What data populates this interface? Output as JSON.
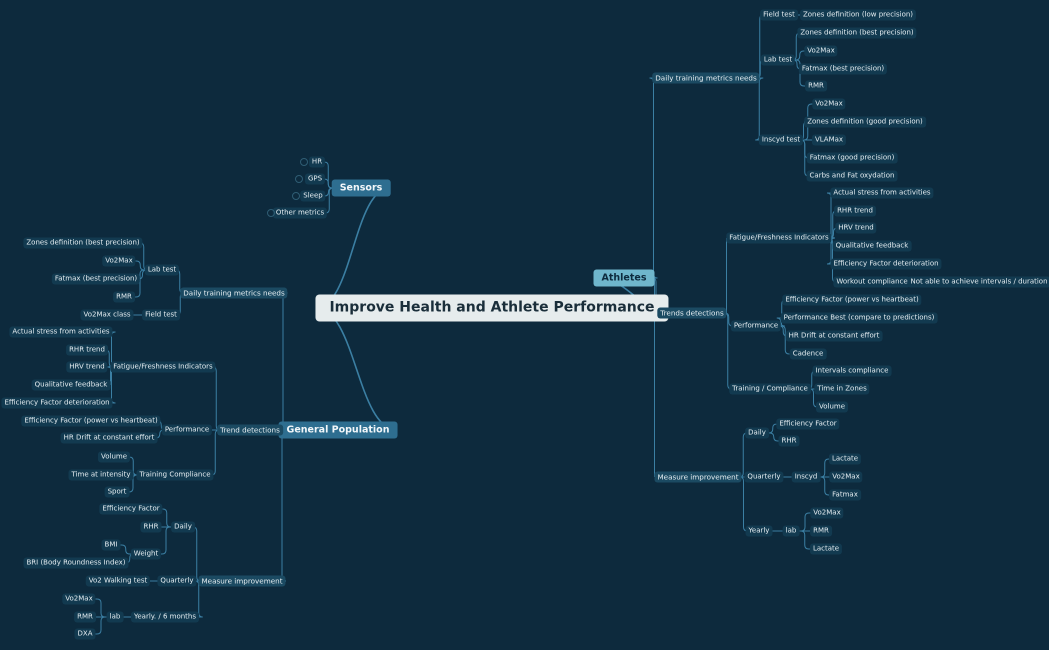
{
  "root": {
    "label": "Improve Health and Athlete Performance"
  },
  "sensors": {
    "label": "Sensors",
    "items": [
      "HR",
      "GPS",
      "Sleep",
      "Other metrics"
    ]
  },
  "athletes": {
    "label": "Athletes",
    "daily_training": {
      "label": "Daily training metrics needs",
      "field_test": {
        "label": "Field test",
        "items": [
          "Zones definition (low precision)"
        ]
      },
      "lab_test": {
        "label": "Lab test",
        "items": [
          "Zones definition (best precision)",
          "Vo2Max",
          "Fatmax (best precision)",
          "RMR"
        ]
      },
      "inscyd_test": {
        "label": "Inscyd test",
        "items": [
          "Vo2Max",
          "Zones definition (good precision)",
          "VLAMax",
          "Fatmax (good precision)",
          "Carbs and Fat oxydation"
        ]
      }
    },
    "trends": {
      "label": "Trends detections",
      "fatigue": {
        "label": "Fatigue/Freshness Indicators",
        "items": [
          "Actual stress from activities",
          "RHR trend",
          "HRV trend",
          "Qualitative feedback",
          "Efficiency Factor deterioration",
          "Workout compliance"
        ],
        "workout_note": "Not able to achieve intervals / duration"
      },
      "performance": {
        "label": "Performance",
        "items": [
          "Efficiency Factor (power vs heartbeat)",
          "Performance Best (compare to predictions)",
          "HR Drift at constant effort",
          "Cadence"
        ]
      },
      "training": {
        "label": "Training / Compliance",
        "items": [
          "Intervals compliance",
          "Time in Zones",
          "Volume"
        ]
      }
    },
    "measure": {
      "label": "Measure improvement",
      "daily": {
        "label": "Daily",
        "items": [
          "Efficiency Factor",
          "RHR"
        ]
      },
      "quarterly": {
        "label": "Quarterly",
        "inscyd": "Inscyd",
        "items": [
          "Lactate",
          "Vo2Max",
          "Fatmax"
        ]
      },
      "yearly": {
        "label": "Yearly",
        "lab": "lab",
        "items": [
          "Vo2Max",
          "RMR",
          "Lactate"
        ]
      }
    }
  },
  "general": {
    "label": "General Population",
    "daily_training": {
      "label": "Daily training metrics needs",
      "lab_test": {
        "label": "Lab test",
        "items": [
          "Zones definition (best precision)",
          "Vo2Max",
          "Fatmax (best precision)",
          "RMR"
        ]
      },
      "field_test": {
        "label": "Field test",
        "items": [
          "Vo2Max class"
        ]
      }
    },
    "trends": {
      "label": "Trend detections",
      "fatigue": {
        "label": "Fatigue/Freshness Indicators",
        "items": [
          "Actual stress from activities",
          "RHR trend",
          "HRV trend",
          "Qualitative feedback",
          "Efficiency Factor deterioration"
        ]
      },
      "performance": {
        "label": "Performance",
        "items": [
          "Efficiency Factor (power vs heartbeat)",
          "HR Drift at constant effort"
        ]
      },
      "training": {
        "label": "Training Compliance",
        "items": [
          "Volume",
          "Time at intensity",
          "Sport"
        ]
      }
    },
    "measure": {
      "label": "Measure improvement",
      "daily": {
        "label": "Daily",
        "items": [
          "Efficiency Factor",
          "RHR"
        ]
      },
      "weight": {
        "label": "Weight",
        "items": [
          "BMI",
          "BRI (Body Roundness Index)"
        ]
      },
      "quarterly": {
        "label": "Quarterly",
        "items": [
          "Vo2 Walking test"
        ]
      },
      "yearly": {
        "label": "Yearly. / 6 months",
        "lab": "lab",
        "items": [
          "Vo2Max",
          "RMR",
          "DXA"
        ]
      }
    }
  },
  "colors": {
    "background": "#0d2a3d",
    "line": "#3b7fa3",
    "root": "#e6eced",
    "athletes": "#6fb6cc",
    "general": "#2e6e90"
  }
}
